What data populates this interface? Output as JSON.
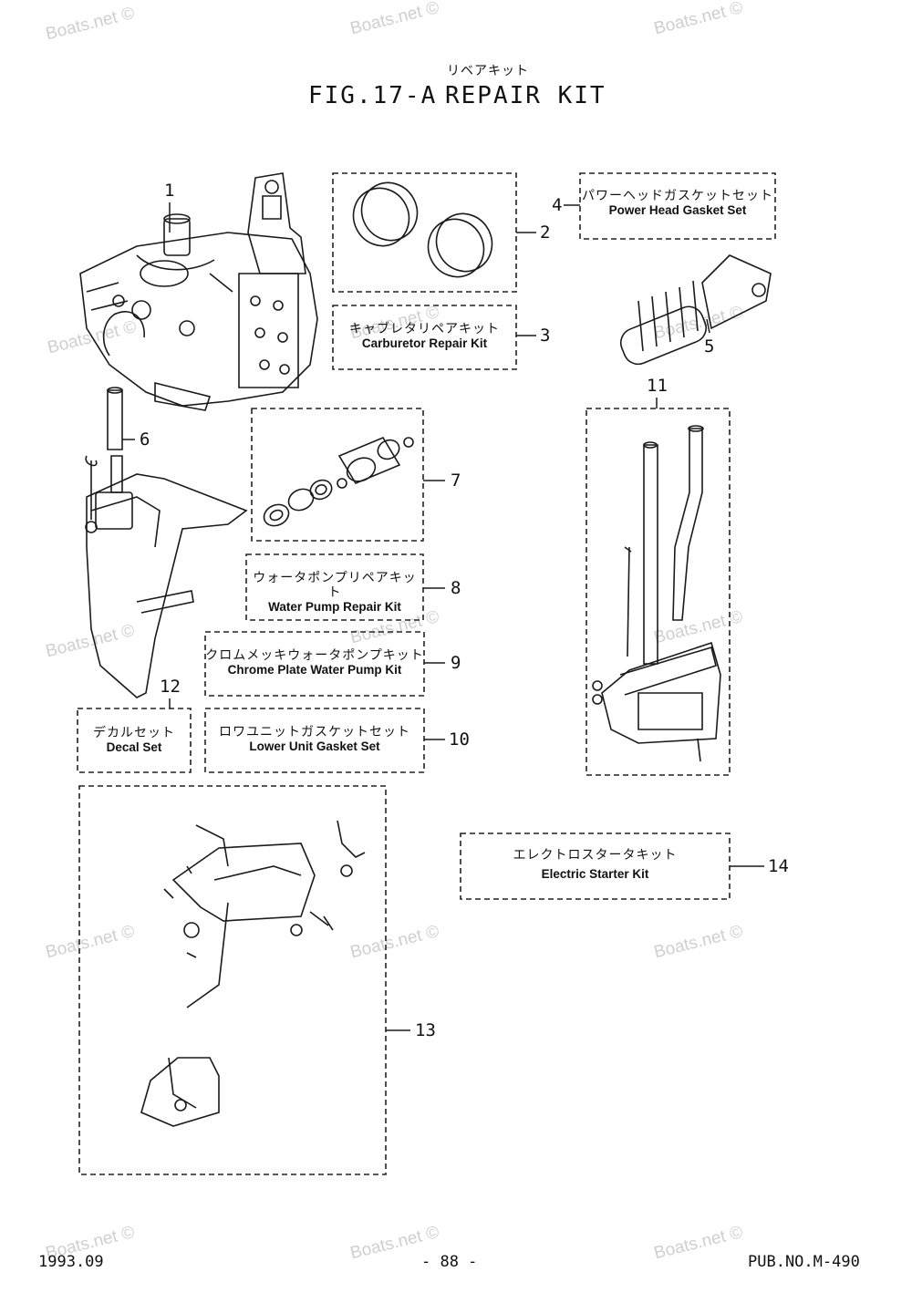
{
  "header": {
    "subtitle_jp": "リベアキット",
    "title": "FIG.17-A",
    "title_name": "REPAIR KIT"
  },
  "watermark": "Boats.net ©",
  "callouts": [
    {
      "num": "1"
    },
    {
      "num": "2"
    },
    {
      "num": "3",
      "jp": "キャブレタリペアキット",
      "en": "Carburetor Repair Kit"
    },
    {
      "num": "4",
      "jp": "パワーヘッドガスケットセット",
      "en": "Power Head Gasket Set"
    },
    {
      "num": "5"
    },
    {
      "num": "6"
    },
    {
      "num": "7"
    },
    {
      "num": "8",
      "jp": "ウォータポンプリペアキット",
      "en": "Water Pump Repair Kit"
    },
    {
      "num": "9",
      "jp": "クロムメッキウォータポンプキット",
      "en": "Chrome Plate Water Pump Kit"
    },
    {
      "num": "10",
      "jp": "ロワユニットガスケットセット",
      "en": "Lower Unit Gasket Set"
    },
    {
      "num": "11"
    },
    {
      "num": "12",
      "jp": "デカルセット",
      "en": "Decal Set"
    },
    {
      "num": "13"
    },
    {
      "num": "14",
      "jp": "エレクトロスタータキット",
      "en": "Electric Starter Kit"
    }
  ],
  "footer": {
    "date": "1993.09",
    "page": "- 88 -",
    "pub": "PUB.NO.M-490"
  }
}
